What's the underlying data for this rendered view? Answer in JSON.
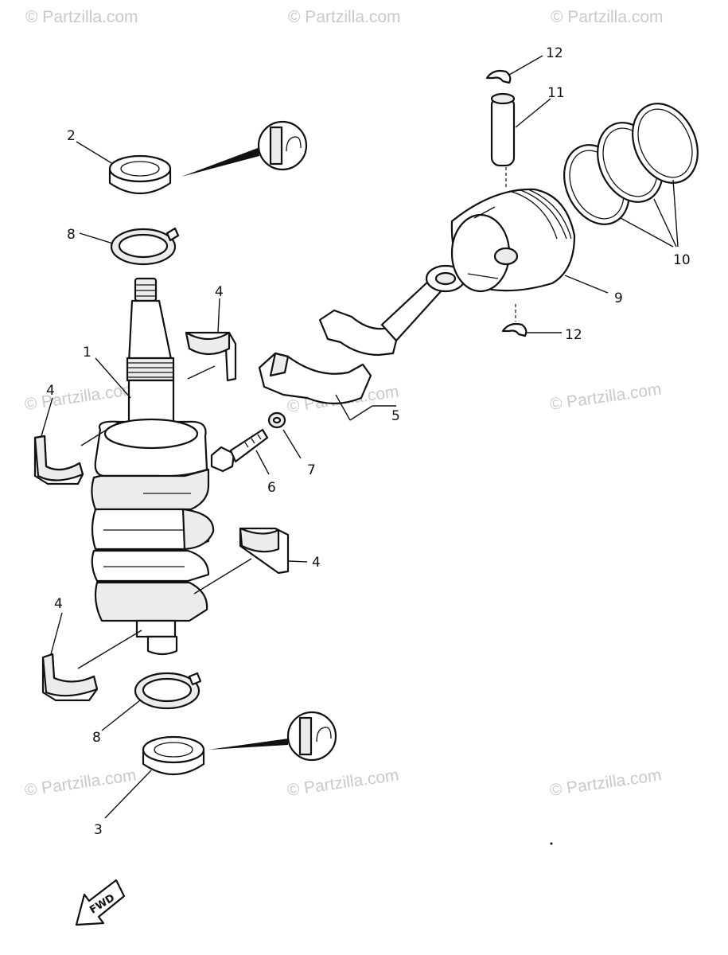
{
  "watermark": "© Partzilla.com",
  "labels": {
    "p1": "1",
    "p2": "2",
    "p3": "3",
    "p4a": "4",
    "p4b": "4",
    "p4c": "4",
    "p4d": "4",
    "p5": "5",
    "p6": "6",
    "p7": "7",
    "p8a": "8",
    "p8b": "8",
    "p9": "9",
    "p10": "10",
    "p11": "11",
    "p12a": "12",
    "p12b": "12"
  },
  "fwd_label": "FWD"
}
